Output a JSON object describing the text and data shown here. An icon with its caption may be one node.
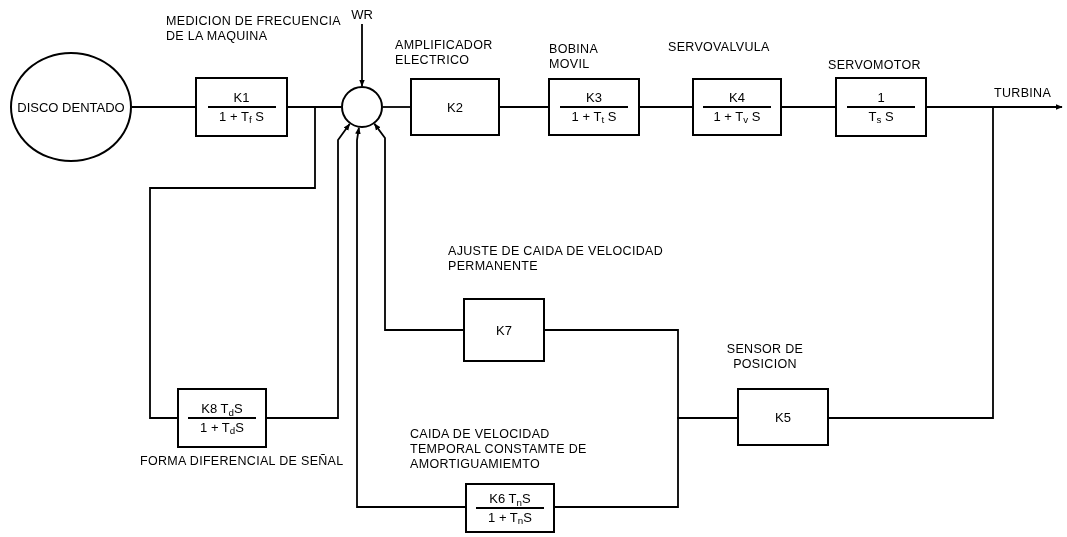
{
  "diagram": {
    "nodes": [
      {
        "text": [
          "DISCO DENTADO"
        ]
      },
      {
        "text": [
          "MEDICION DE FRECUENCIA DE LA MAQUINA",
          "K1",
          "1 + T$_{f}$ S"
        ]
      },
      {
        "text": [
          "WR"
        ]
      },
      {
        "text": [],
        "shape": "circle"
      },
      {
        "text": [
          "AMPLIFICADOR ELECTRICO",
          "K2"
        ]
      },
      {
        "text": [
          "BOBINA MOVIL",
          "K3",
          "1 + T$_{t}$ S"
        ]
      },
      {
        "text": [
          "SERVOVALVULA",
          "K4",
          "1 + T$_{v}$ S"
        ]
      },
      {
        "text": [
          "SERVOMOTOR",
          "1",
          "T$_{s}$ S"
        ]
      },
      {
        "text": [
          "AJUSTE DE CAIDA DE VELOCIDAD PERMANENTE",
          "K7"
        ]
      },
      {
        "text": [
          "SENSOR DE POSICION",
          "K5"
        ]
      },
      {
        "text": [
          "K8 T$_{d}$S",
          "1 + T$_{d}$S"
        ],
        "beside": [
          "FORMA DIFERENCIAL DE SEÑAL"
        ]
      },
      {
        "text": [
          "CAIDA DE VELOCIDAD TEMPORAL CONSTAMTE DE AMORTIGUAMIEMTO",
          "K6 T$_{n}$S",
          "1 + T$_{n}$S"
        ]
      }
    ],
    "edges": [
      {
        "from": 0,
        "to": 1,
        "arrow": "none"
      },
      {
        "from": 1,
        "to": 3,
        "arrow": "none"
      },
      {
        "from": 2,
        "to": 3,
        "arrow": "to"
      },
      {
        "from": 3,
        "to": 4,
        "arrow": "none"
      },
      {
        "from": 4,
        "to": 5,
        "arrow": "none"
      },
      {
        "from": 5,
        "to": 6,
        "arrow": "none"
      },
      {
        "from": 6,
        "to": 7,
        "arrow": "none"
      },
      {
        "from": 7,
        "to": null,
        "arrow": "to",
        "label": "TURBINA"
      },
      {
        "from": 7,
        "to": 9,
        "arrow": "none"
      },
      {
        "from": 9,
        "to": 8,
        "arrow": "none"
      },
      {
        "from": 9,
        "to": 11,
        "arrow": "none"
      },
      {
        "from": 8,
        "to": 3,
        "arrow": "to"
      },
      {
        "from": 11,
        "to": 3,
        "arrow": "to"
      },
      {
        "from": 1,
        "to": 10,
        "arrow": "none"
      },
      {
        "from": 10,
        "to": 3,
        "arrow": "to"
      }
    ]
  }
}
